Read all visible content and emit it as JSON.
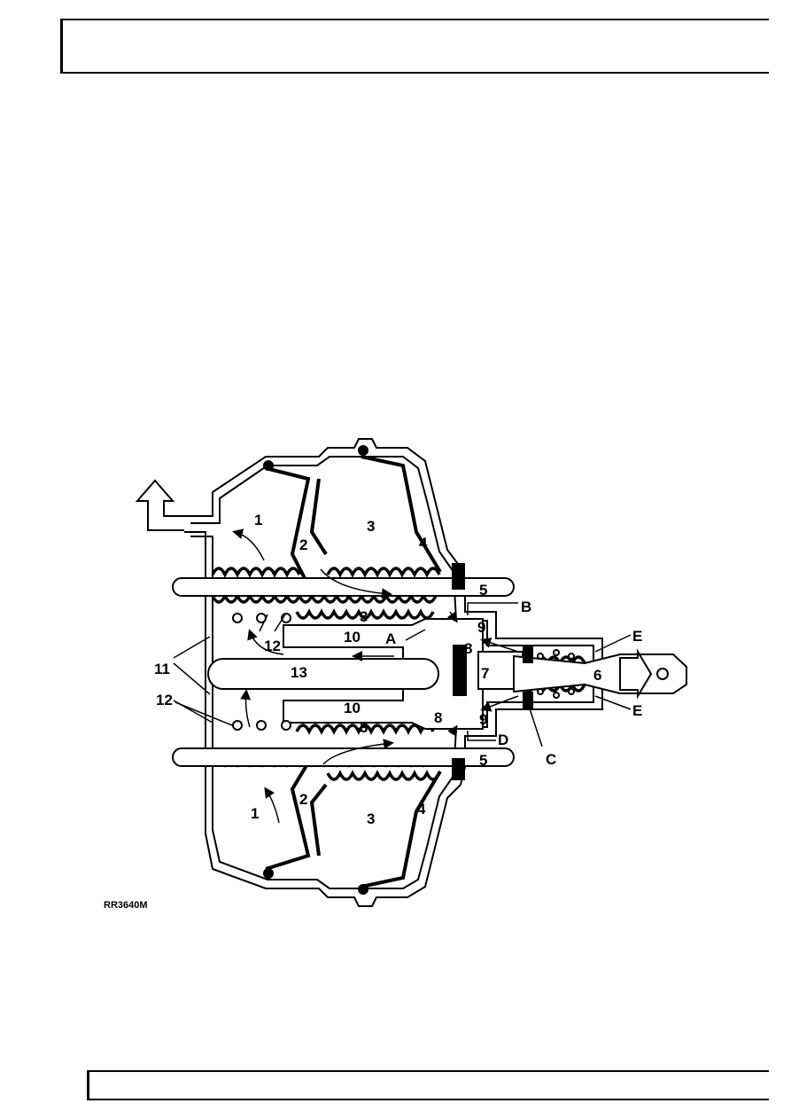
{
  "diagram": {
    "reference": "RR3640M",
    "labels": {
      "l1a": "1",
      "l1b": "1",
      "l2a": "2",
      "l2b": "2",
      "l3a": "3",
      "l3b": "3",
      "l3c": "3",
      "l3d": "3",
      "l4a": "4",
      "l4b": "4",
      "l5a": "5",
      "l5b": "5",
      "l6": "6",
      "l7": "7",
      "l8a": "8",
      "l8b": "8",
      "l9a": "9",
      "l9b": "9",
      "l10a": "10",
      "l10b": "10",
      "l11": "11",
      "l12a": "12",
      "l12b": "12",
      "l13": "13",
      "lA": "A",
      "lB": "B",
      "lC": "C",
      "lD": "D",
      "lEa": "E",
      "lEb": "E"
    }
  }
}
